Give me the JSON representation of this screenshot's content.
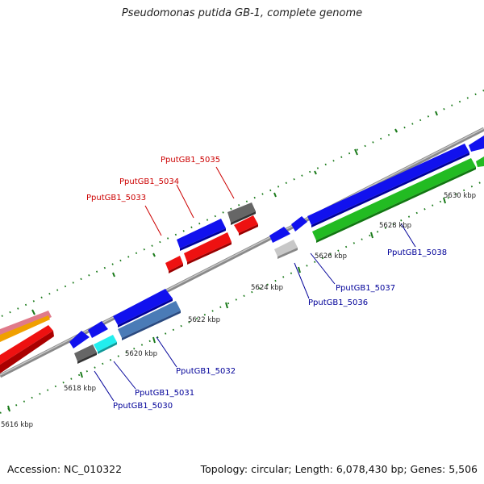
{
  "title": "Pseudomonas putida GB-1, complete genome",
  "footer": {
    "accession": "Accession: NC_010322",
    "summary": "Topology: circular; Length: 6,078,430 bp; Genes: 5,506"
  },
  "colors": {
    "forward_label": "#cc0000",
    "reverse_label": "#000099",
    "backbone": "#8a8a8a",
    "tick": "#1a7a1a"
  },
  "scale_labels": [
    "5616 kbp",
    "5618 kbp",
    "5620 kbp",
    "5622 kbp",
    "5624 kbp",
    "5626 kbp",
    "5628 kbp",
    "5630 kbp"
  ],
  "gene_labels": {
    "forward": [
      "PputGB1_5033",
      "PputGB1_5034",
      "PputGB1_5035"
    ],
    "reverse": [
      "PputGB1_5030",
      "PputGB1_5031",
      "PputGB1_5032",
      "PputGB1_5036",
      "PputGB1_5037",
      "PputGB1_5038"
    ]
  }
}
